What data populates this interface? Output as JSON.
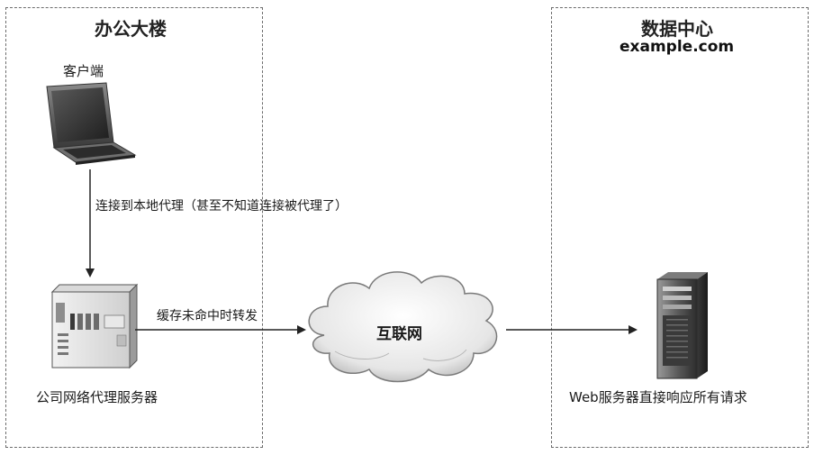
{
  "office": {
    "title": "办公大楼",
    "client_label": "客户端",
    "connect_label": "连接到本地代理（甚至不知道连接被代理了）",
    "proxy_label": "公司网络代理服务器",
    "cache_miss_label": "缓存未命中时转发"
  },
  "internet": {
    "label": "互联网"
  },
  "datacenter": {
    "title": "数据中心",
    "domain": "example.com",
    "server_label": "Web服务器直接响应所有请求"
  }
}
